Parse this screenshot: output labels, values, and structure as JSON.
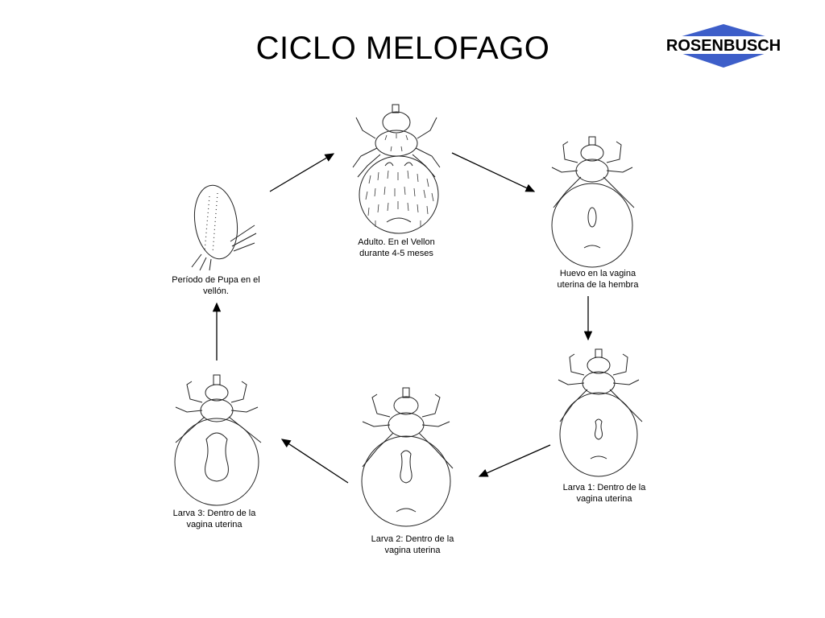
{
  "slide": {
    "title": "CICLO MELOFAGO",
    "logo_text": "ROSENBUSCH",
    "logo_color": "#3d5ec9"
  },
  "stages": {
    "adulto": "Adulto. En el Vellon durante 4-5 meses",
    "huevo": "Huevo en la vagina uterina de la hembra",
    "larva1": "Larva 1: Dentro de la vagina uterina",
    "larva2": "Larva 2: Dentro de la vagina uterina",
    "larva3": "Larva 3: Dentro de la vagina uterina",
    "pupa": "Período de Pupa en el vellón."
  }
}
